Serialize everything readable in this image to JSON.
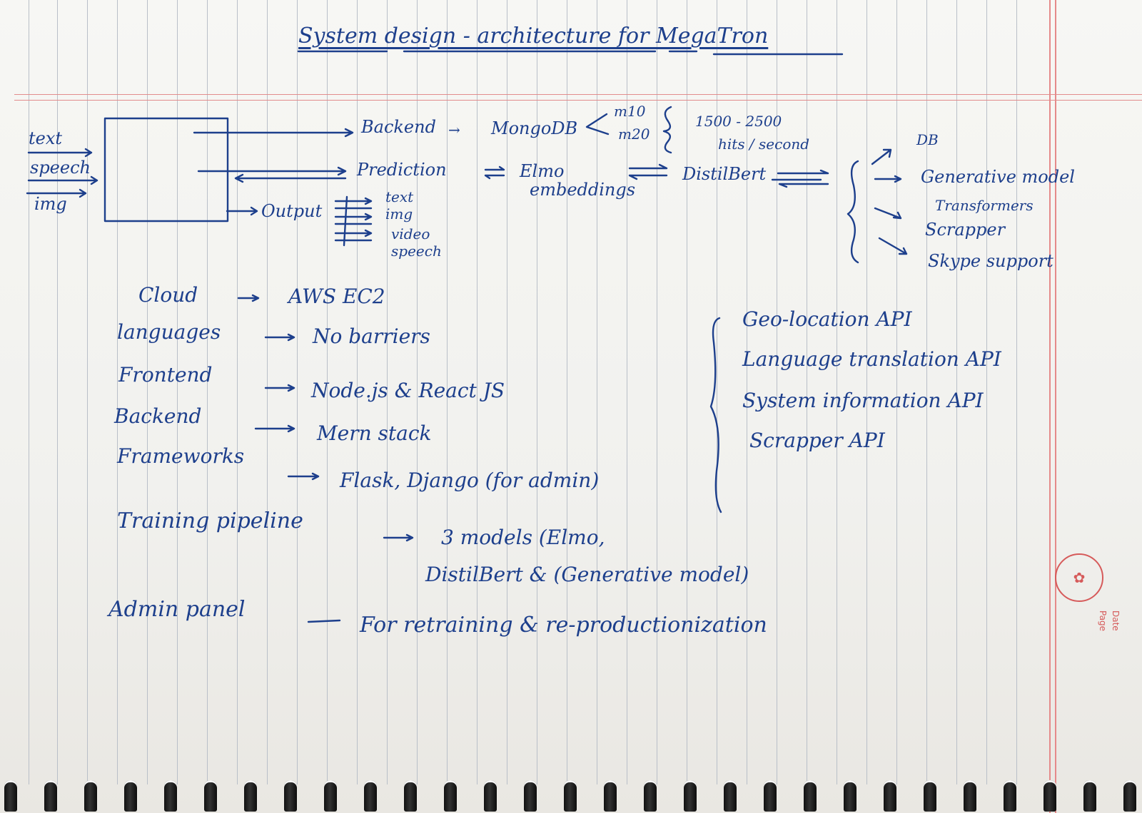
{
  "title": "System design - architecture for MegaTron",
  "inputs": [
    "text",
    "speech",
    "img"
  ],
  "flow": {
    "backend": "Backend",
    "mongodb": "MongoDB",
    "mongo_tiers": [
      "m10",
      "m20"
    ],
    "throughput": [
      "1500 - 2500",
      "hits / second"
    ],
    "prediction": "Prediction",
    "embeddings": [
      "Elmo",
      "embeddings"
    ],
    "distilbert": "DistilBert",
    "output": "Output",
    "output_types": [
      "text",
      "img",
      "video",
      "speech"
    ]
  },
  "distilbert_targets": [
    "DB",
    "Generative model",
    "Transformers",
    "Scrapper",
    "Skype support"
  ],
  "stack": [
    {
      "key": "Cloud",
      "value": "AWS EC2"
    },
    {
      "key": "languages",
      "value": "No barriers"
    },
    {
      "key": "Frontend",
      "value": "Node.js & React JS"
    },
    {
      "key": "Backend",
      "value": "Mern stack"
    },
    {
      "key": "Frameworks",
      "value": "Flask, Django (for admin)"
    },
    {
      "key": "Training pipeline",
      "value": "3 models (Elmo,",
      "value_line2": "DistilBert & (Generative model)"
    },
    {
      "key": "Admin panel",
      "value": "For retraining & re-productionization"
    }
  ],
  "apis": [
    "Geo-location API",
    "Language translation API",
    "System information API",
    "Scrapper API"
  ],
  "paper": {
    "margin_label_date": "Date",
    "margin_label_page": "Page",
    "ink_color": "#1d3f8c",
    "rule_color": "#e28c8c"
  }
}
